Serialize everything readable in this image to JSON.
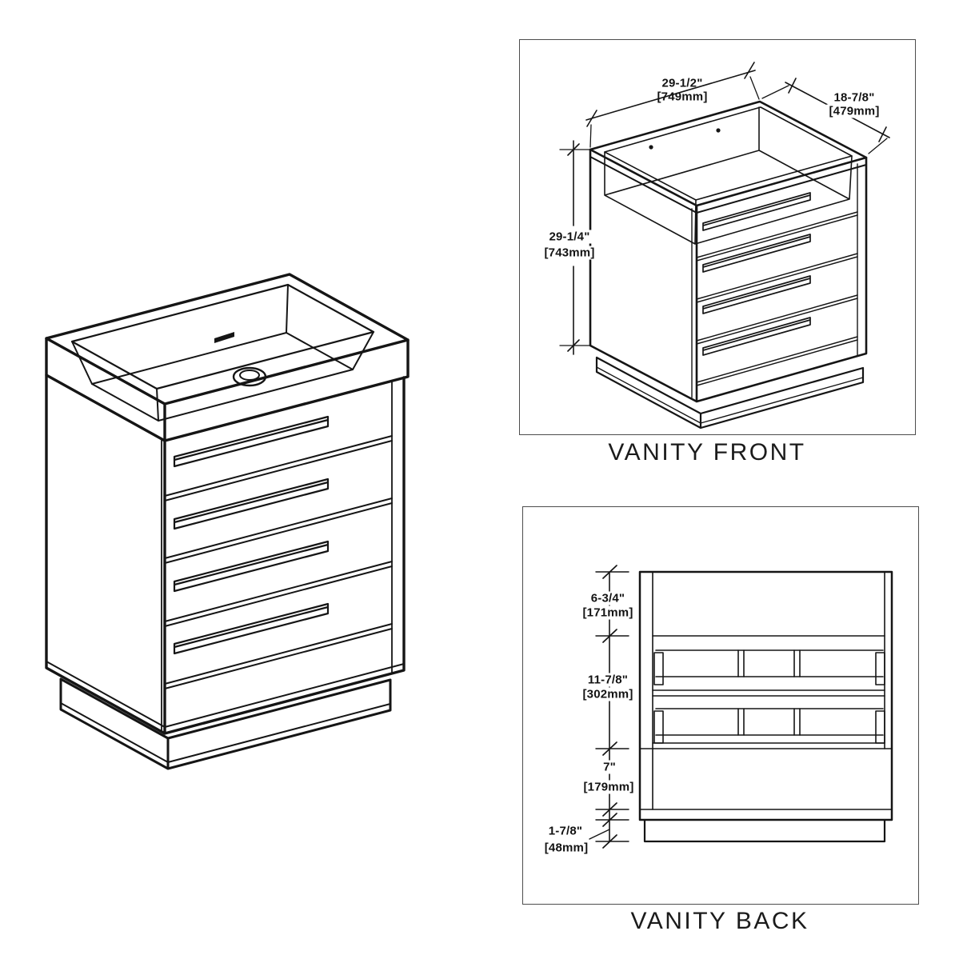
{
  "front_view": {
    "caption": "VANITY FRONT",
    "width_in": "29-1/2\"",
    "width_mm": "[749mm]",
    "depth_in": "18-7/8\"",
    "depth_mm": "[479mm]",
    "height_in": "29-1/4\"",
    "height_mm": "[743mm]"
  },
  "back_view": {
    "caption": "VANITY BACK",
    "dims": [
      {
        "inch": "6-3/4\"",
        "mm": "[171mm]"
      },
      {
        "inch": "11-7/8\"",
        "mm": "[302mm]"
      },
      {
        "inch": "7\"",
        "mm": "[179mm]"
      },
      {
        "inch": "1-7/8\"",
        "mm": "[48mm]"
      }
    ]
  },
  "colors": {
    "line": "#151515",
    "frame_border": "#4d4d4d",
    "background": "#ffffff"
  }
}
